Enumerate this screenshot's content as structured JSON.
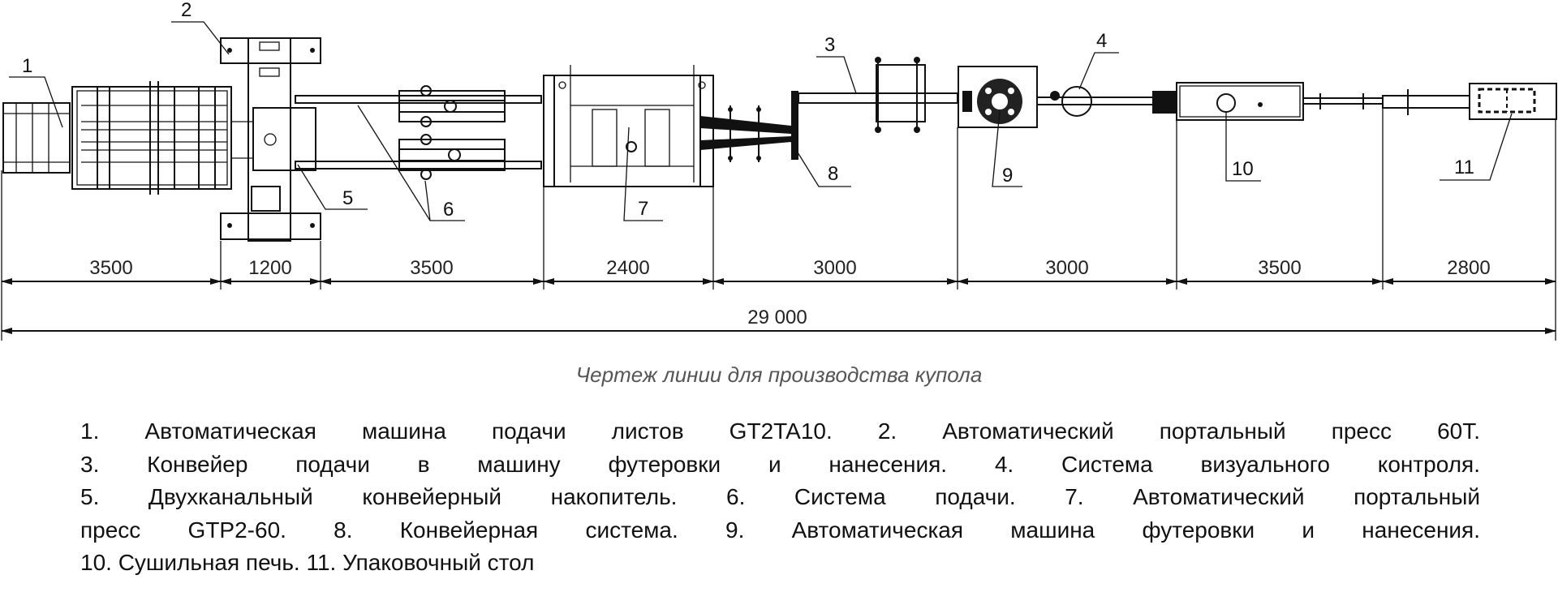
{
  "drawing": {
    "labels": [
      "1",
      "2",
      "3",
      "4",
      "5",
      "6",
      "7",
      "8",
      "9",
      "10",
      "11"
    ],
    "dimensions": [
      "3500",
      "1200",
      "3500",
      "2400",
      "3000",
      "3000",
      "3500",
      "2800"
    ],
    "total_length": "29 000"
  },
  "caption": "Чертеж линии для производства купола",
  "legend": {
    "lines": [
      "1. Автоматическая машина подачи листов GT2TA10. 2. Автоматический портальный пресс 60T.",
      "3. Конвейер подачи в машину футеровки и нанесения. 4. Система визуального контроля.",
      "5.  Двухканальный конвейерный накопитель. 6. Система подачи. 7. Автоматический портальный",
      "пресс GTP2-60. 8. Конвейерная система. 9. Автоматическая машина футеровки и нанесения.",
      "10. Сушильная печь. 11. Упаковочный стол"
    ]
  }
}
